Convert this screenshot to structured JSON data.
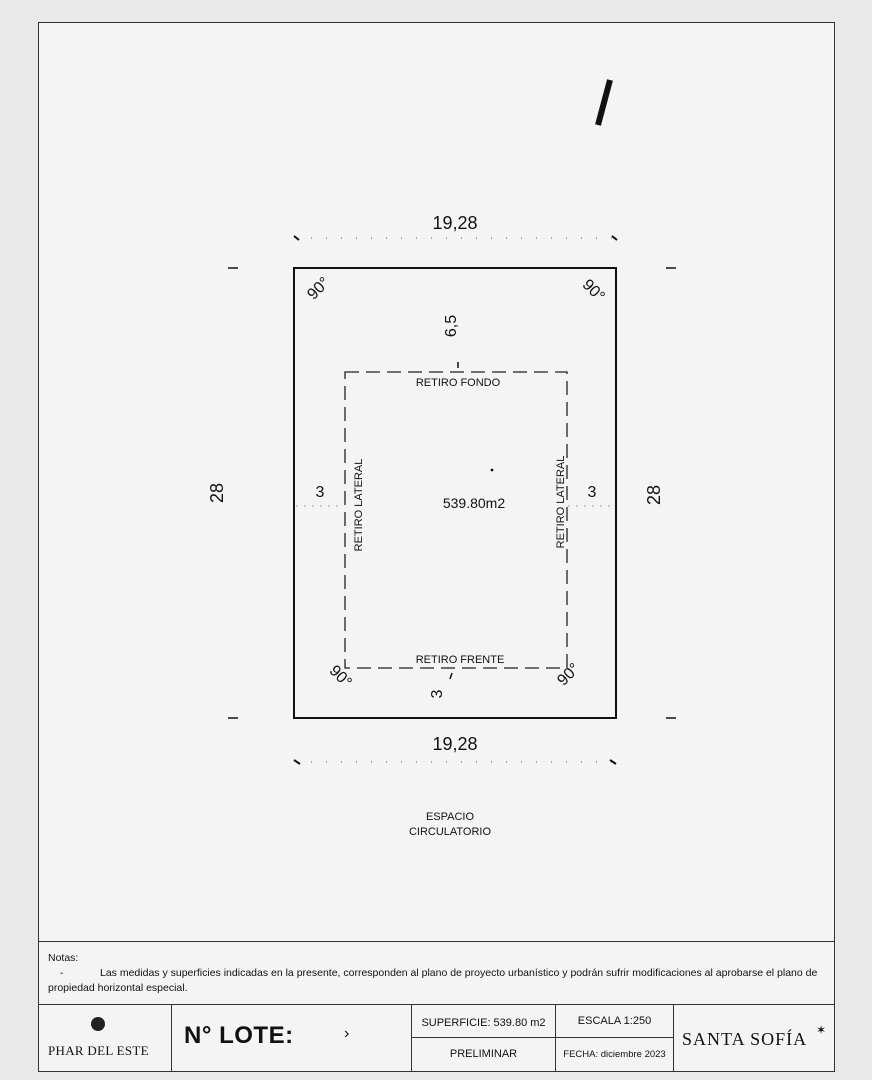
{
  "plan": {
    "top_width": "19,28",
    "bottom_width": "19,28",
    "left_depth": "28",
    "right_depth": "28",
    "setback_back": "6,5",
    "setback_left": "3",
    "setback_right": "3",
    "setback_front": "3",
    "angle_top_left": "90°",
    "angle_top_right": "90°",
    "angle_bottom_left": "90°",
    "angle_bottom_right": "90°",
    "retiro_fondo": "RETIRO FONDO",
    "retiro_frente": "RETIRO FRENTE",
    "retiro_lateral_left": "RETIRO LATERAL",
    "retiro_lateral_right": "RETIRO LATERAL",
    "area": "539.80m2",
    "espacio_line1": "ESPACIO",
    "espacio_line2": "CIRCULATORIO"
  },
  "notes": {
    "header": "Notas:",
    "bullet": "-",
    "text": "Las medidas y superficies indicadas en la presente, corresponden al plano de proyecto urbanístico y podrán sufrir modificaciones al aprobarse el plano de propiedad horizontal especial."
  },
  "titleblock": {
    "logo_text": "PHAR DEL ESTE",
    "lote_label": "N° LOTE:",
    "lote_value": "›",
    "superficie": "SUPERFICIE: 539.80 m2",
    "escala": "ESCALA 1:250",
    "estado": "PRELIMINAR",
    "fecha": "FECHA: diciembre 2023",
    "brand": "SANTA SOFÍA"
  }
}
